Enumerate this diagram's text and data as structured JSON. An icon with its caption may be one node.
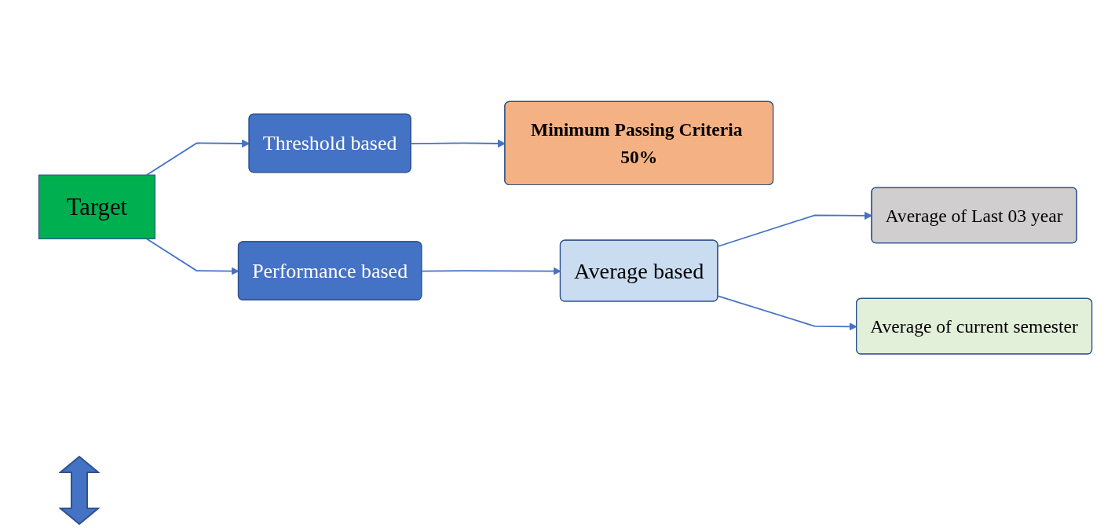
{
  "diagram": {
    "nodes": [
      {
        "text": [
          "Target"
        ]
      },
      {
        "text": [
          "Threshold based"
        ]
      },
      {
        "text": [
          "Performance based"
        ]
      },
      {
        "text": [
          "Minimum Passing Criteria 50%"
        ]
      },
      {
        "text": [
          "Average based"
        ]
      },
      {
        "text": [
          "Average of Last 03 year"
        ]
      },
      {
        "text": [
          "Average of current semester"
        ]
      }
    ],
    "edges": [
      {
        "from": 0,
        "to": 1,
        "arrow": "to"
      },
      {
        "from": 0,
        "to": 2,
        "arrow": "to"
      },
      {
        "from": 1,
        "to": 3,
        "arrow": "to"
      },
      {
        "from": 2,
        "to": 4,
        "arrow": "to"
      },
      {
        "from": 4,
        "to": 5,
        "arrow": "to"
      },
      {
        "from": 4,
        "to": 6,
        "arrow": "to"
      }
    ]
  }
}
